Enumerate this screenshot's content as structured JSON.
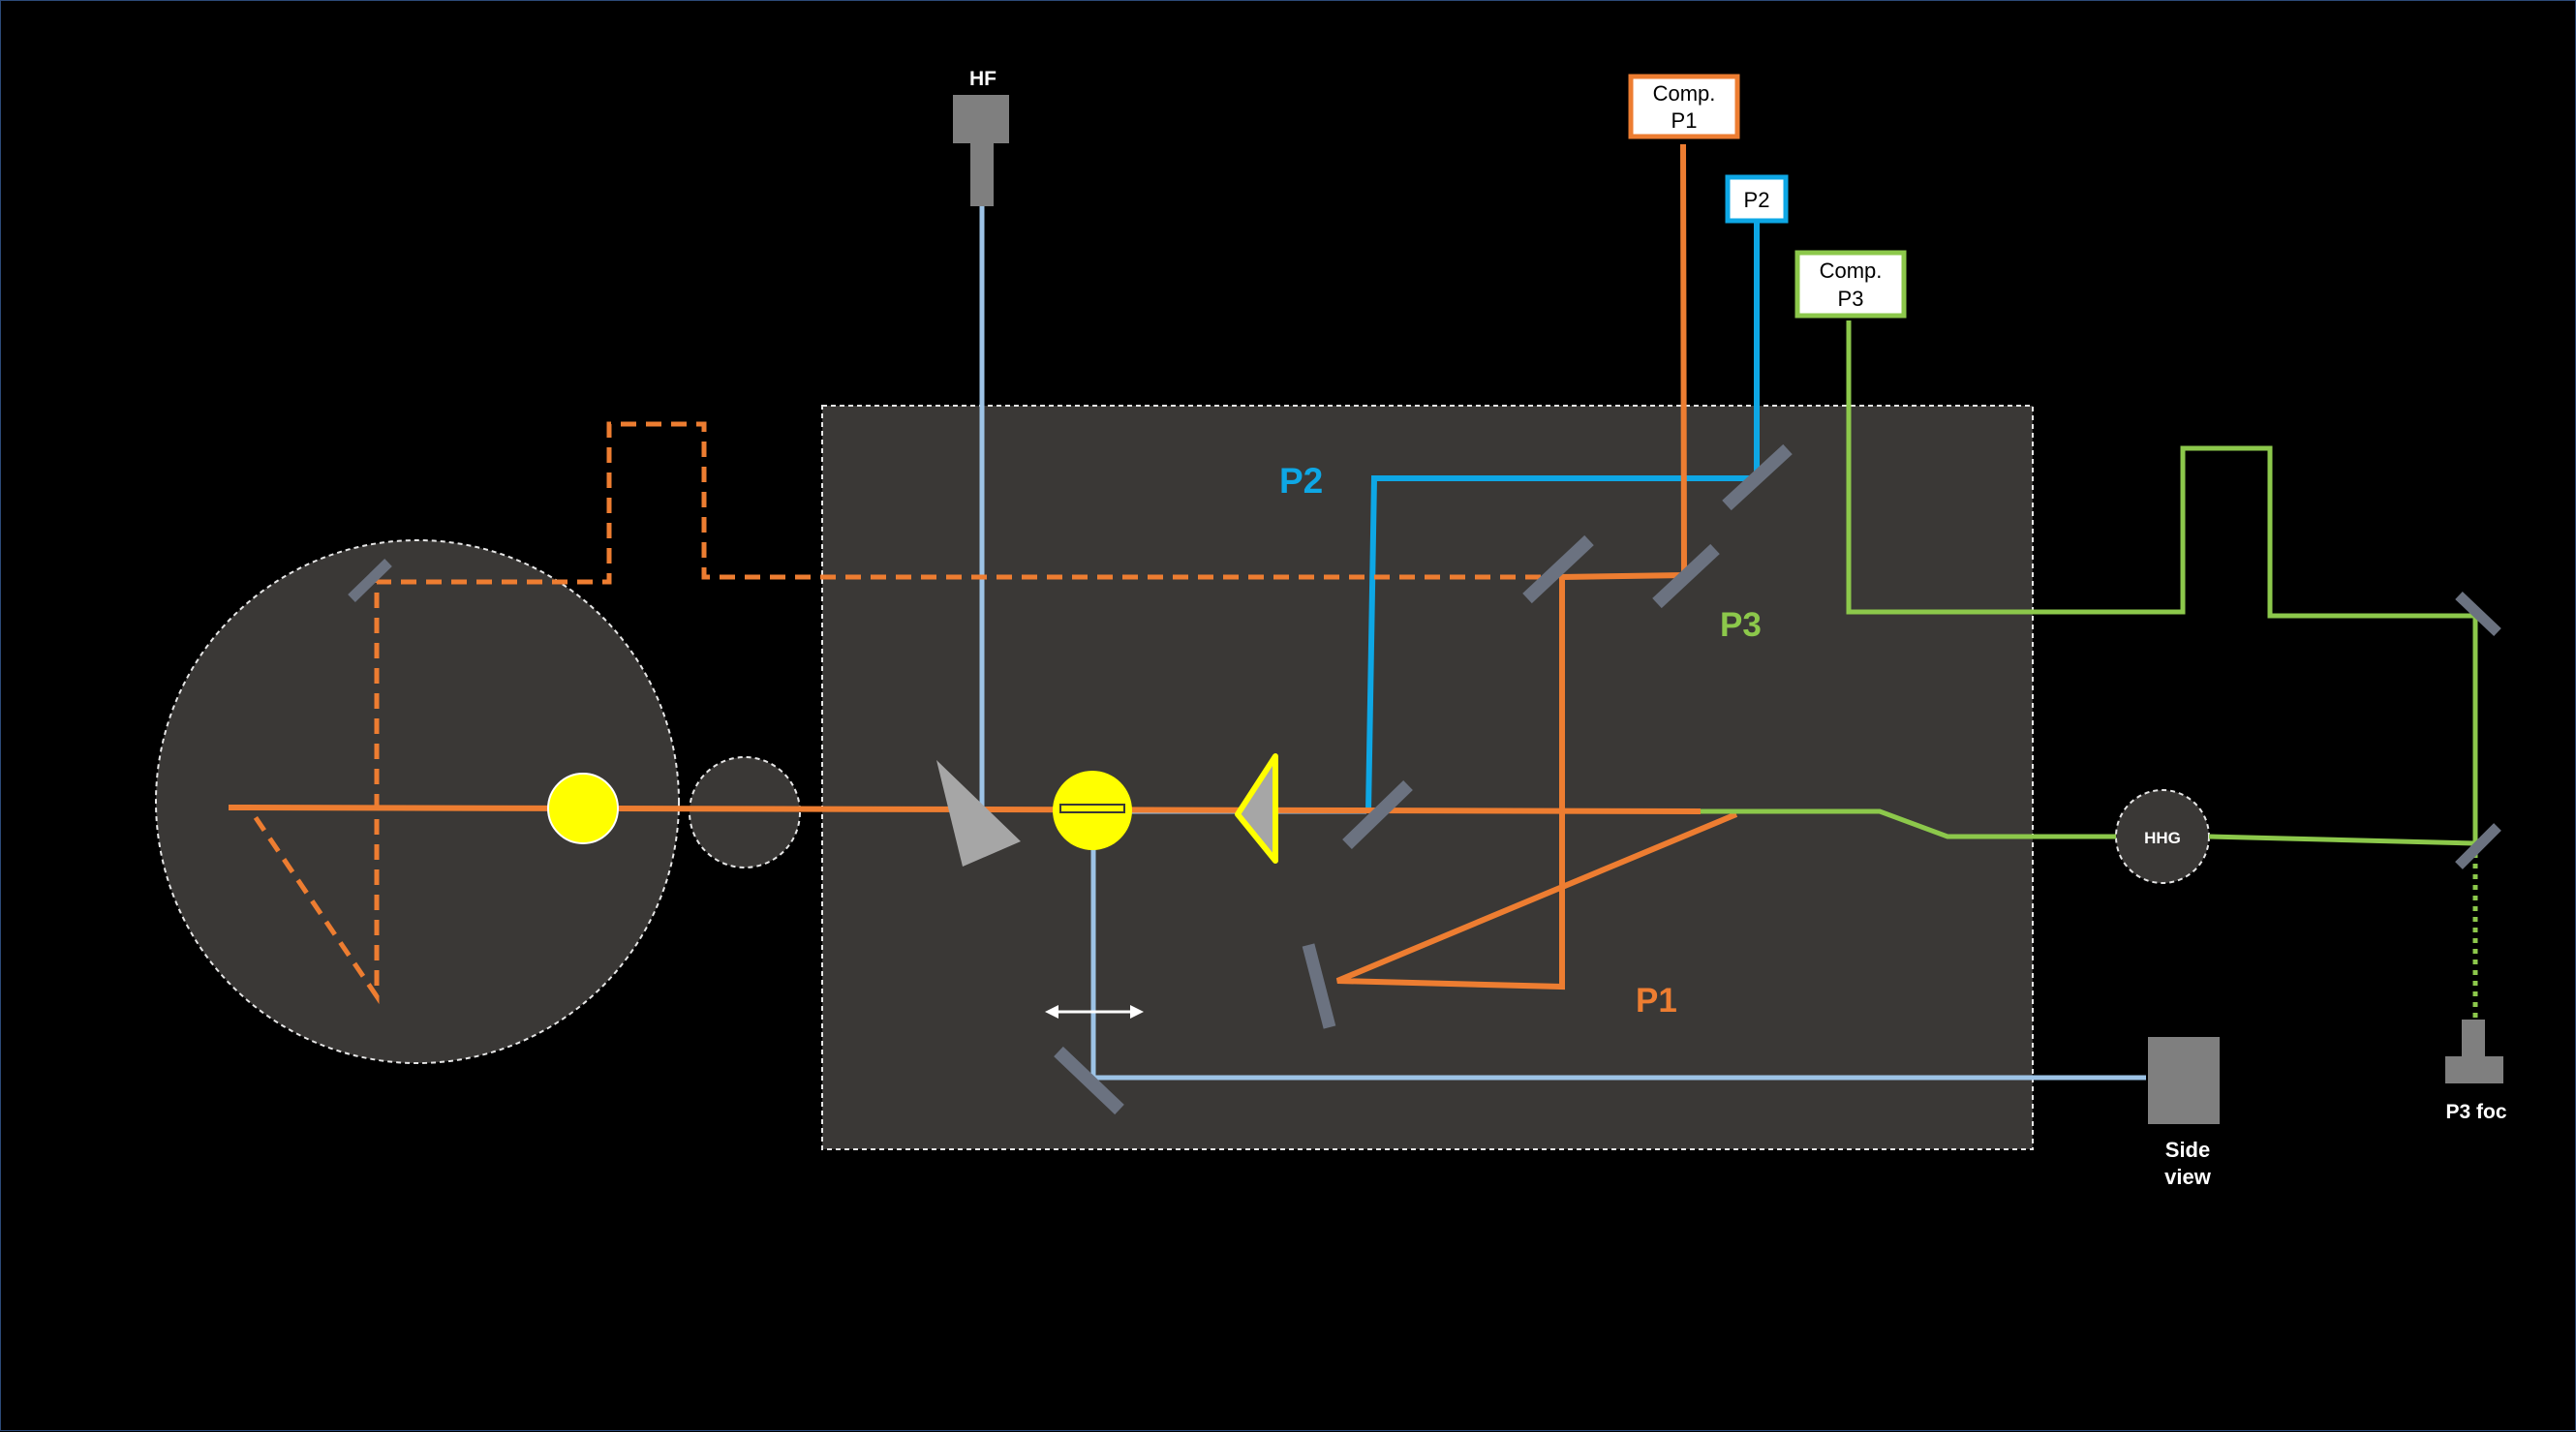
{
  "labels": {
    "hf": "HF",
    "comp_p1_line1": "Comp.",
    "comp_p1_line2": "P1",
    "p2_box": "P2",
    "comp_p3_line1": "Comp.",
    "comp_p3_line2": "P3",
    "path_p2": "P2",
    "path_p3": "P3",
    "path_p1": "P1",
    "hhg": "HHG",
    "side_view_line1": "Side",
    "side_view_line2": "view",
    "p3_foc": "P3 foc"
  },
  "colors": {
    "background": "#000000",
    "chamber_fill": "#3a3836",
    "beam_orange": "#ed7d31",
    "beam_blue": "#0ea7e5",
    "beam_light_blue": "#9dc3e6",
    "beam_green": "#8cc84b",
    "target_yellow": "#ffff00",
    "mirror_gray": "#6b7280",
    "detector_gray": "#7f7f7f"
  }
}
